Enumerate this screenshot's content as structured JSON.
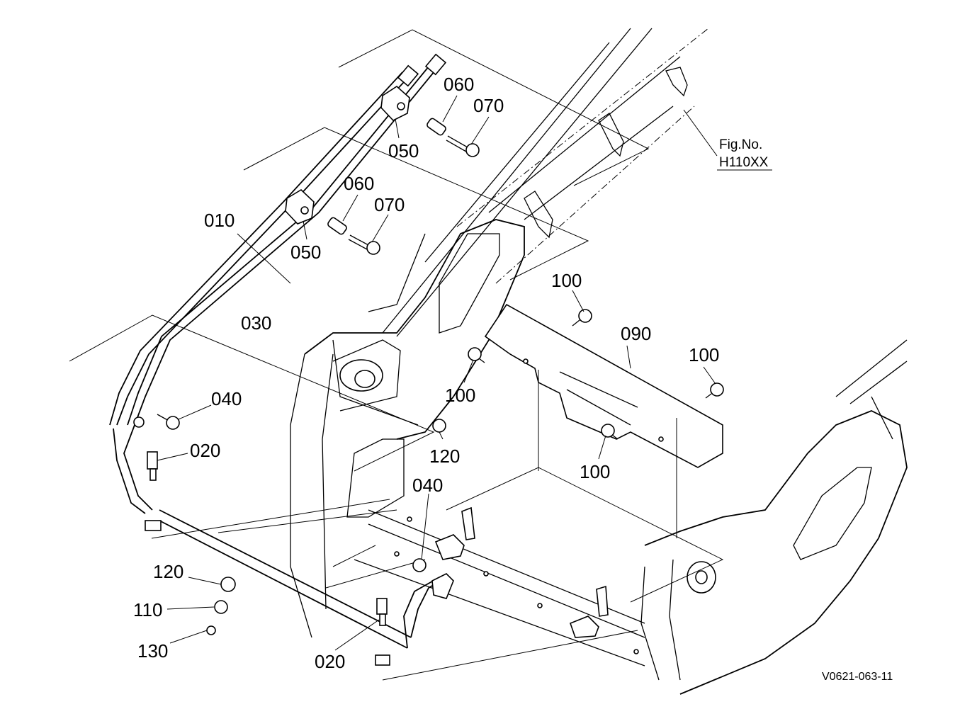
{
  "labels": {
    "p010": "010",
    "p020_a": "020",
    "p020_b": "020",
    "p030": "030",
    "p040_a": "040",
    "p040_b": "040",
    "p050_a": "050",
    "p050_b": "050",
    "p060_a": "060",
    "p060_b": "060",
    "p070_a": "070",
    "p070_b": "070",
    "p090": "090",
    "p100_a": "100",
    "p100_b": "100",
    "p100_c": "100",
    "p100_d": "100",
    "p110": "110",
    "p120_a": "120",
    "p120_b": "120",
    "p130": "130"
  },
  "figure_ref": {
    "line1": "Fig.No.",
    "line2": "H110XX"
  },
  "drawing_code": "V0621-063-11"
}
